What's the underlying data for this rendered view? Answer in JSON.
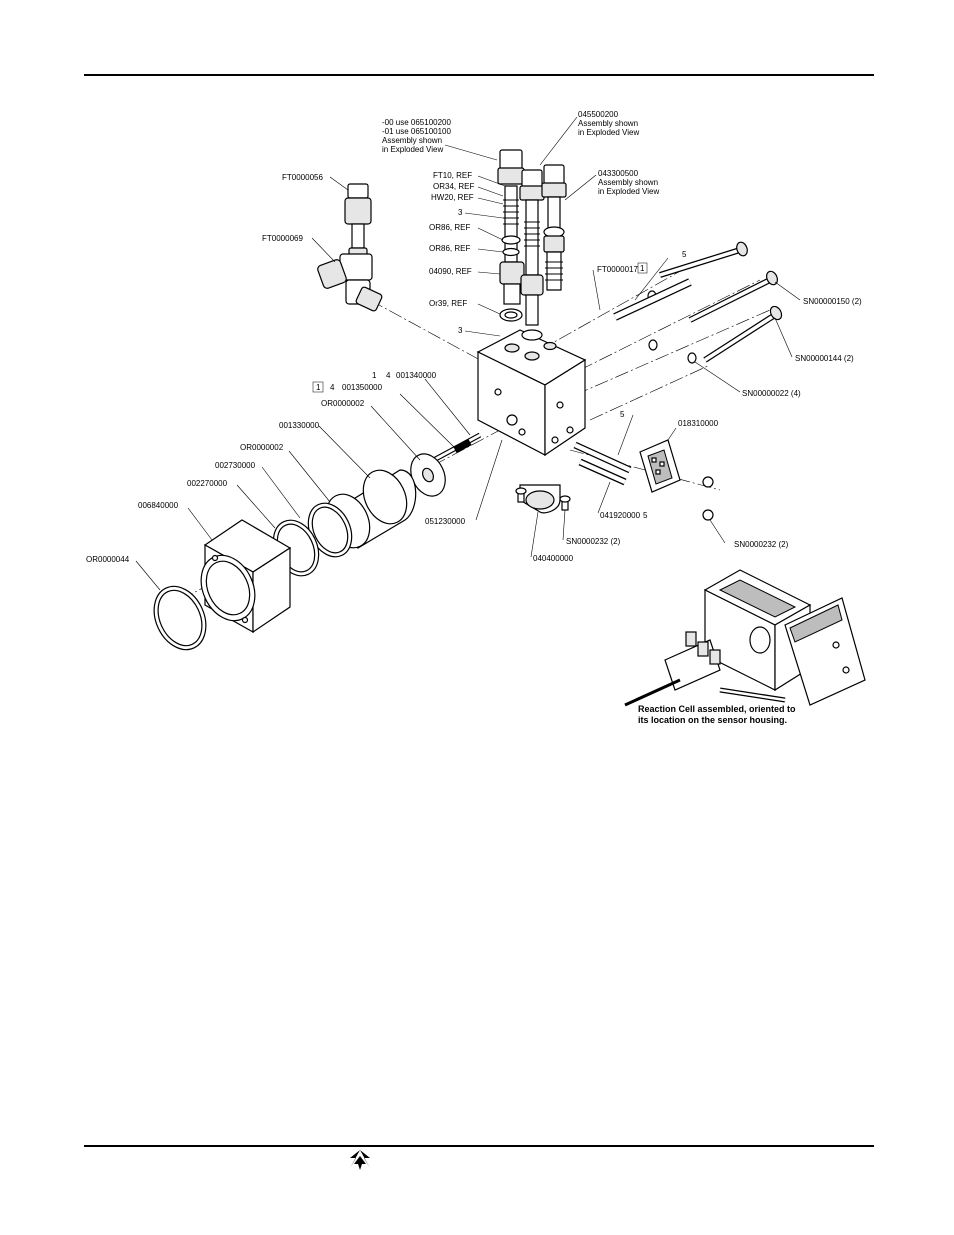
{
  "labels": {
    "assy_065": [
      "-00 use 065100200",
      "-01 use 065100100",
      "Assembly shown",
      "in Exploded View"
    ],
    "assy_045500200": [
      "045500200",
      "Assembly shown",
      "in Exploded View"
    ],
    "assy_043300500": [
      "043300500",
      "Assembly shown",
      "in Exploded View"
    ],
    "ft0000056": "FT0000056",
    "ft0000069": "FT0000069",
    "ft10": "FT10, REF",
    "or34": "OR34, REF",
    "hw20": "HW20, REF",
    "item3a": "3",
    "or86a": "OR86, REF",
    "or86b": "OR86, REF",
    "item04090": "04090, REF",
    "or39": "Or39, REF",
    "item3b": "3",
    "ft0000017": "FT0000017",
    "ft0000017_n": "1",
    "item5a": "5",
    "sn00000150": "SN00000150 (2)",
    "sn00000144": "SN00000144 (2)",
    "sn00000022": "SN00000022 (4)",
    "p001340000": "001340000",
    "p001340000_q": [
      "1",
      "4"
    ],
    "p001350000": "001350000",
    "p001350000_q": [
      "1",
      "4"
    ],
    "or0000002a": "OR0000002",
    "p001330000": "001330000",
    "or0000002b": "OR0000002",
    "p002730000": "002730000",
    "p002270000": "002270000",
    "p006840000": "006840000",
    "or0000044": "OR0000044",
    "p051230000": "051230000",
    "item5b": "5",
    "p018310000": "018310000",
    "p041920000": "041920000",
    "p041920000_n": "5",
    "sn0000232a": "SN0000232 (2)",
    "sn0000232b": "SN0000232 (2)",
    "p040400000": "040400000",
    "inset_caption": [
      "Reaction Cell assembled, oriented to",
      "its location on the sensor housing."
    ]
  }
}
